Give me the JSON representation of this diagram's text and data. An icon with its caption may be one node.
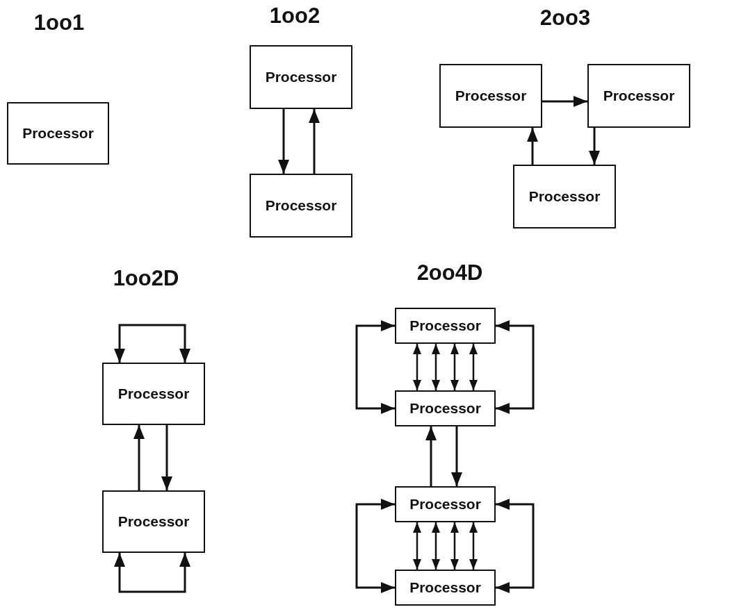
{
  "diagram": {
    "nodes": [
      {
        "text": [
          "Processor"
        ]
      },
      {
        "text": [
          "Processor"
        ]
      },
      {
        "text": [
          "Processor"
        ]
      },
      {
        "text": [
          "Processor"
        ]
      },
      {
        "text": [
          "Processor"
        ]
      },
      {
        "text": [
          "Processor"
        ]
      },
      {
        "text": [
          "Processor"
        ]
      },
      {
        "text": [
          "Processor"
        ]
      },
      {
        "text": [
          "Processor"
        ]
      },
      {
        "text": [
          "Processor"
        ]
      },
      {
        "text": [
          "Processor"
        ]
      },
      {
        "text": [
          "Processor"
        ]
      }
    ],
    "edges": [
      {
        "from": 1,
        "to": 2,
        "arrow": "to"
      },
      {
        "from": 2,
        "to": 1,
        "arrow": "to"
      },
      {
        "from": 3,
        "to": 4,
        "arrow": "to"
      },
      {
        "from": 4,
        "to": 5,
        "arrow": "to"
      },
      {
        "from": 5,
        "to": 3,
        "arrow": "to"
      },
      {
        "from": 6,
        "to": 6,
        "arrow": "both"
      },
      {
        "from": 6,
        "to": 7,
        "arrow": "to"
      },
      {
        "from": 7,
        "to": 6,
        "arrow": "to"
      },
      {
        "from": 7,
        "to": 7,
        "arrow": "both"
      },
      {
        "from": 8,
        "to": 9,
        "arrow": "both"
      },
      {
        "from": 8,
        "to": 9,
        "arrow": "both"
      },
      {
        "from": 8,
        "to": 9,
        "arrow": "both"
      },
      {
        "from": 8,
        "to": 9,
        "arrow": "both"
      },
      {
        "from": 8,
        "to": 9,
        "arrow": "both"
      },
      {
        "from": 8,
        "to": 9,
        "arrow": "both"
      },
      {
        "from": 9,
        "to": 10,
        "arrow": "to"
      },
      {
        "from": 10,
        "to": 9,
        "arrow": "to"
      },
      {
        "from": 10,
        "to": 11,
        "arrow": "both"
      },
      {
        "from": 10,
        "to": 11,
        "arrow": "both"
      },
      {
        "from": 10,
        "to": 11,
        "arrow": "both"
      },
      {
        "from": 10,
        "to": 11,
        "arrow": "both"
      },
      {
        "from": 10,
        "to": 11,
        "arrow": "both"
      },
      {
        "from": 10,
        "to": 11,
        "arrow": "both"
      }
    ],
    "labels": [
      "1oo1",
      "1oo2",
      "2oo3",
      "1oo2D",
      "2oo4D"
    ]
  }
}
